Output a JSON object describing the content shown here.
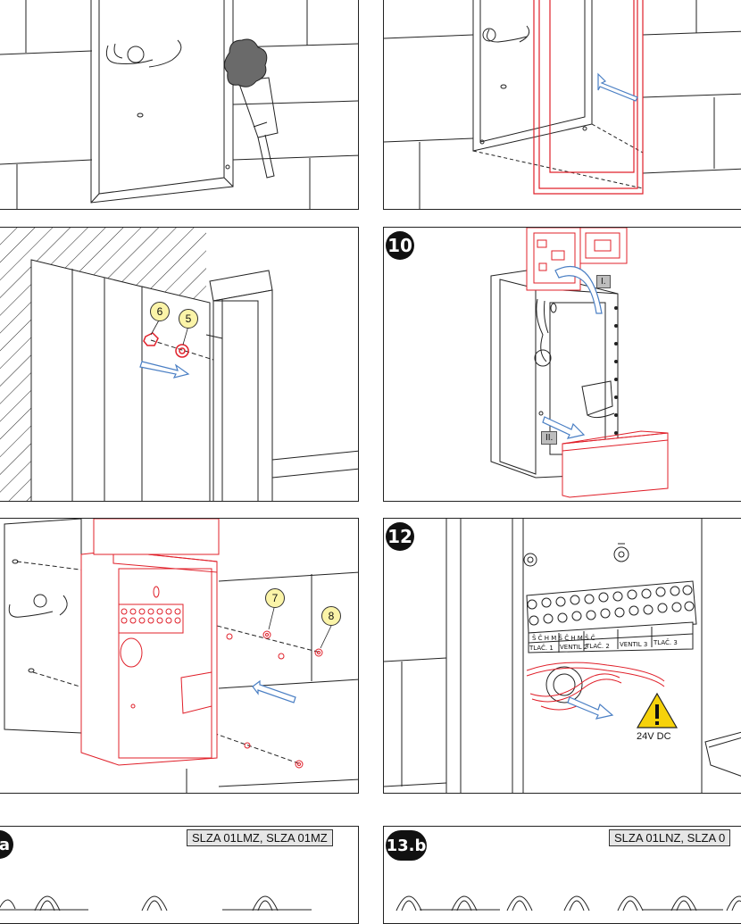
{
  "steps": {
    "p10": "10",
    "p12": "12",
    "p13a": "a",
    "p13b": "13.b"
  },
  "callouts": {
    "c5": "5",
    "c6": "6",
    "c7": "7",
    "c8": "8"
  },
  "tags": {
    "t1": "I.",
    "t2": "II."
  },
  "terminals": {
    "row_top": "Š Č H M Š Č H M Š Č",
    "tlac1": "TLAČ. 1",
    "ventil2": "VENTIL 2",
    "tlac2": "TLAČ. 2",
    "ventil3": "VENTIL 3",
    "tlac3": "TLAČ. 3"
  },
  "warning": {
    "voltage": "24V DC"
  },
  "models": {
    "a": "SLZA 01LMZ, SLZA 01MZ",
    "b": "SLZA 01LNZ, SLZA 0"
  },
  "colors": {
    "line": "#222222",
    "red": "#e0202a",
    "blue": "#4a7fc4",
    "yellow": "#fbf4a8",
    "warning": "#f6d20b"
  }
}
